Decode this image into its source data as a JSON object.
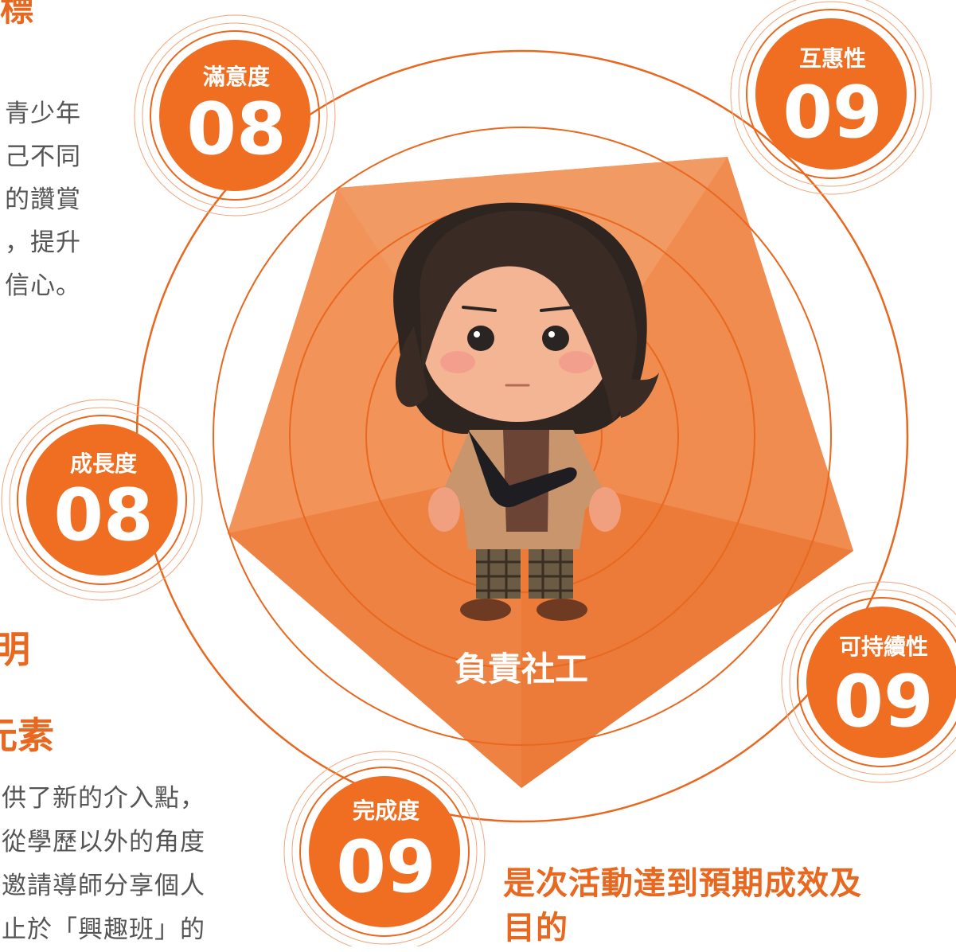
{
  "colors": {
    "accent": "#ef6e22",
    "text_grey": "#555555",
    "pentagon": "#ef7a35",
    "ring": "#e8681f"
  },
  "left_text_top": {
    "heading_fragment": "標",
    "lines": [
      "青少年",
      "己不同",
      "的讚賞",
      "，提升",
      "信心。"
    ]
  },
  "left_headings": {
    "line1": "明",
    "line2": "元素"
  },
  "left_text_bottom": {
    "lines": [
      "供了新的介入點，",
      "從學歷以外的角度",
      "邀請導師分享個人",
      "止於「興趣班」的"
    ]
  },
  "center_label": "負責社工",
  "character": "social-worker-avatar",
  "metrics": [
    {
      "key": "satisfaction",
      "label": "滿意度",
      "value": "08"
    },
    {
      "key": "reciprocity",
      "label": "互惠性",
      "value": "09"
    },
    {
      "key": "growth",
      "label": "成長度",
      "value": "08"
    },
    {
      "key": "sustainability",
      "label": "可持續性",
      "value": "09"
    },
    {
      "key": "completion",
      "label": "完成度",
      "value": "09"
    }
  ],
  "conclusion": {
    "line1": "是次活動達到預期成效及",
    "line2": "目的"
  }
}
